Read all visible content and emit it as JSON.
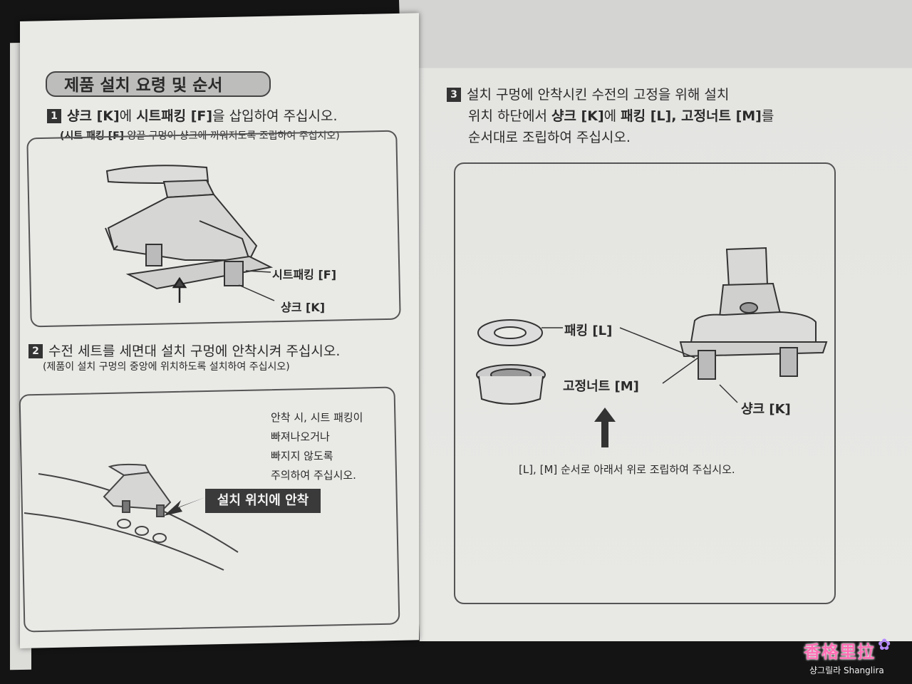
{
  "heading": "제품 설치 요령 및 순서",
  "step1": {
    "number": "1",
    "text_part1": "샹크 [K]",
    "text_part2": "에 ",
    "text_part3": "시트패킹 [F]",
    "text_part4": "을 삽입하여 주십시오.",
    "sub_part1": "(시트 패킹 [F]",
    "sub_part2": " 양끝 구멍이 샹크에 끼워지도록 조립하여 주십시오)",
    "label_seat": "시트패킹 [F]",
    "label_shank": "샹크 [K]"
  },
  "step2": {
    "number": "2",
    "text": "수전 세트를 세면대 설치 구멍에 안착시켜 주십시오.",
    "sub": "(제품이 설치 구멍의 중앙에 위치하도록 설치하여 주십시오)",
    "note": "안착 시, 시트 패킹이\n빠져나오거나\n빠지지 않도록\n주의하여 주십시오.",
    "badge": "설치 위치에 안착"
  },
  "step3": {
    "number": "3",
    "line1": "설치 구멍에 안착시킨 수전의 고정을 위해 설치",
    "line2_part1": "위치 하단에서 ",
    "line2_part2": "샹크 [K]",
    "line2_part3": "에 ",
    "line2_part4": "패킹 [L], 고정너트 [M]",
    "line2_part5": "를",
    "line3": "순서대로 조립하여 주십시오.",
    "label_packing": "패킹 [L]",
    "label_nut": "고정너트 [M]",
    "label_shank": "샹크 [K]",
    "caption": "[L], [M] 순서로 아래서 위로 조립하여 주십시오."
  },
  "watermark": {
    "chinese": "香格里拉",
    "text": "샹그릴라 Shanglira",
    "icon": "butterfly-icon"
  }
}
